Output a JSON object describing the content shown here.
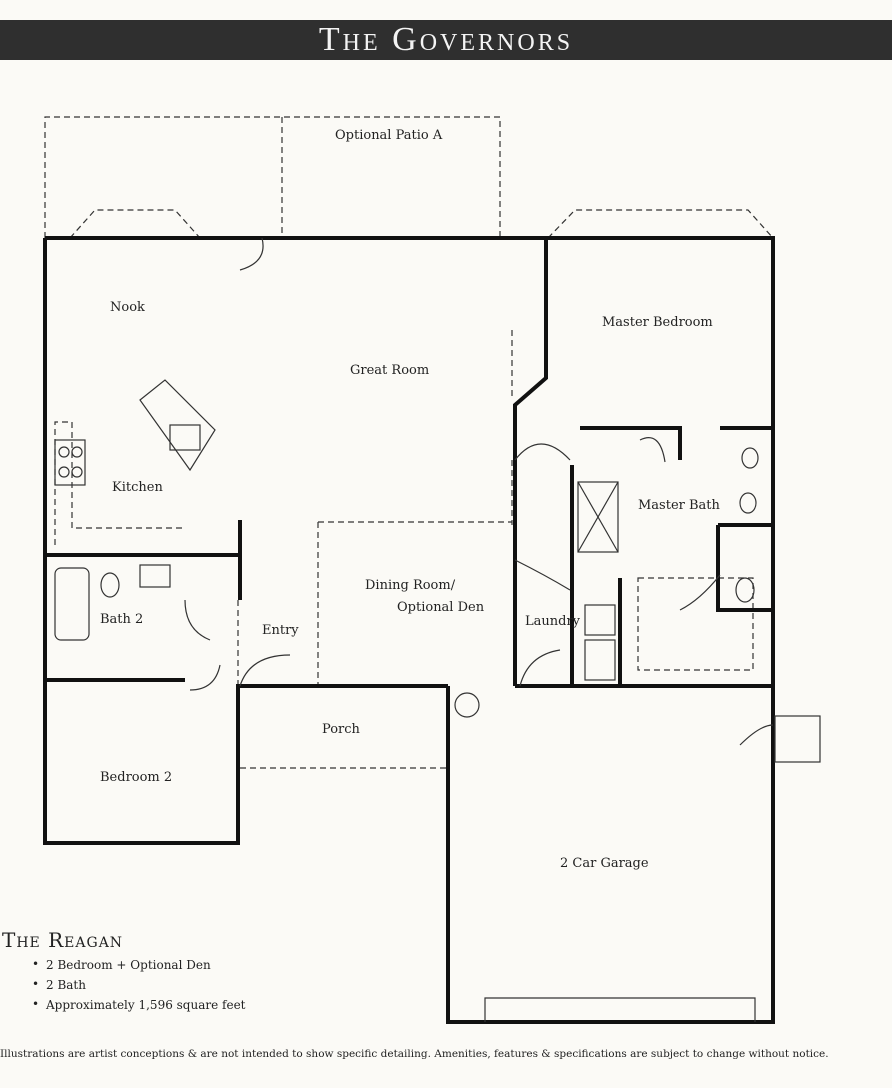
{
  "header": {
    "title": "The Governors"
  },
  "rooms": {
    "optional_patio": "Optional Patio A",
    "nook": "Nook",
    "great_room": "Great Room",
    "master_bedroom": "Master Bedroom",
    "kitchen": "Kitchen",
    "master_bath": "Master Bath",
    "dining_line1": "Dining Room/",
    "dining_line2": "Optional Den",
    "bath2": "Bath 2",
    "entry": "Entry",
    "laundry": "Laundry",
    "porch": "Porch",
    "bedroom2": "Bedroom 2",
    "garage": "2 Car Garage"
  },
  "model": {
    "name": "The Reagan",
    "features": [
      "2 Bedroom + Optional Den",
      "2 Bath",
      "Approximately 1,596 square feet"
    ]
  },
  "footer": {
    "disclaimer": "Illustrations are artist conceptions & are not intended to show specific detailing. Amenities, features & specifications are subject to change without notice."
  }
}
